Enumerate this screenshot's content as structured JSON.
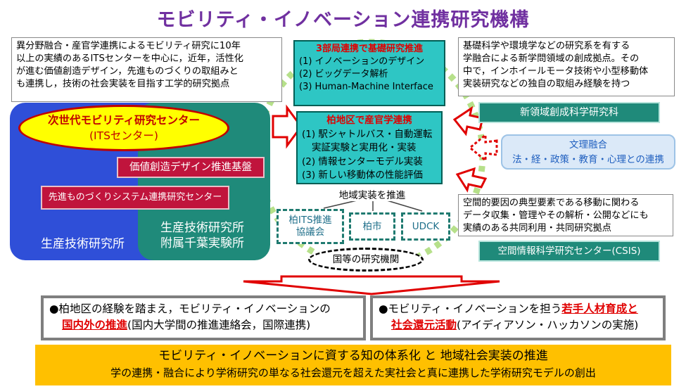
{
  "title": "モビリティ・イノベーション連携研究機構",
  "top_left_note": [
    "異分野融合・産官学連携によるモビリティ研究に10年",
    "以上の実績のあるITSセンターを中心に，近年，活性化",
    "が進む価値創造デザイン，先進ものづくりの取組みと",
    "も連携し，技術の社会実装を目指す工学的研究拠点"
  ],
  "top_right_note": [
    "基礎科学や環境学などの研究系を有する",
    "学融合による新学問領域の創成拠点。その",
    "中で，インホイールモータ技術や小型移動体",
    "実装研究などの独自の取組み経験を持つ"
  ],
  "collab_box": {
    "head": "3部局連携で基礎研究推進",
    "items": [
      "(1) イノベーションのデザイン",
      "(2) ビッグデータ解析",
      "(3) Human-Machine Interface"
    ]
  },
  "kashiwa_box": {
    "head": "柏地区で産官学連携",
    "items": [
      "(1) 駅シャトルバス・自動運転",
      "実証実験と実用化・実装",
      "(2) 情報センターモデル実装",
      "(3) 新しい移動体の性能評価"
    ]
  },
  "left_group": {
    "its_center": [
      "次世代モビリティ研究センター",
      "(ITSセンター)"
    ],
    "value_design": "価値創造デザイン推進基盤",
    "monozukuri": "先進ものづくりシステム連携研究センター",
    "iis": "生産技術研究所",
    "chiba": [
      "生産技術研究所",
      "附属千葉実験所"
    ]
  },
  "right_labels": {
    "frontier": "新領域創成科学研究科",
    "bunri": [
      "文理融合",
      "法・経・政策・教育・心理との連携"
    ],
    "csis": "空間情報科学研究センター(CSIS)"
  },
  "csis_note": [
    "空間的要因の典型要素である移動に関わる",
    "データ収集・管理やその解析・公開などにも",
    "実績のある共同利用・共同研究拠点"
  ],
  "regional": {
    "label": "地域実装を推進",
    "boxes": [
      [
        "柏ITS推進",
        "協議会"
      ],
      [
        "柏市"
      ],
      [
        "UDCK"
      ]
    ]
  },
  "national": "国等の研究機関",
  "bottom_left": [
    "●柏地区の経験を踏まえ，モビリティ・イノベーションの",
    "国内外の推進",
    "(国内大学間の推進連絡会，国際連携)"
  ],
  "bottom_right": [
    "●モビリティ・イノベーションを担う",
    "若手人材育成と",
    "社会還元活動",
    "(アイディアソン・ハッカソンの実施)"
  ],
  "banner": [
    "モビリティ・イノベーションに資する知の体系化 と 地域社会実装の推進",
    "学の連携・融合により学術研究の単なる社会還元を超えた実社会と真に連携した学術研究モデルの創出"
  ],
  "colors": {
    "title": "#7030a0",
    "teal": "#2ec6c4",
    "green": "#1f8a7a",
    "blue": "#2f4fd8",
    "crimson": "#c0143c",
    "banner": "#ffc000",
    "arrow": "#e00000"
  }
}
